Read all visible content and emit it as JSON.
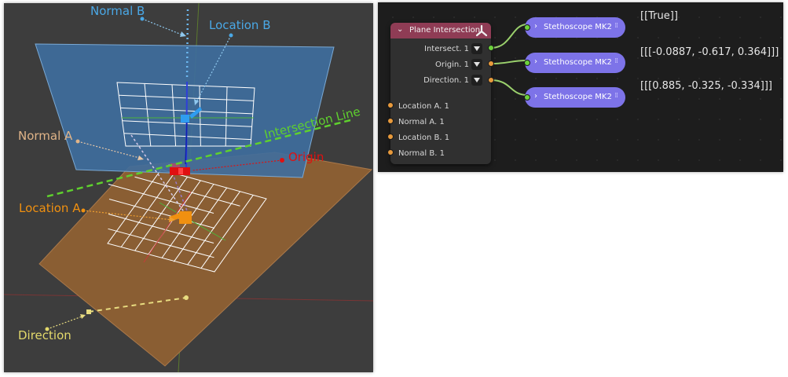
{
  "viewport": {
    "labels": {
      "normal_b": "Normal B",
      "location_b": "Location B",
      "normal_a": "Normal A",
      "intersection_line": "Intersection Line",
      "origin": "Origin",
      "location_a": "Location A",
      "direction": "Direction"
    },
    "colors": {
      "background": "#3d3d3d",
      "plane_b": "#3e6e9e",
      "plane_a": "#8a5e33",
      "label_blue": "#4aa8e6",
      "label_green": "#5fd02e",
      "label_red": "#e01010",
      "label_orange": "#f09010",
      "label_tan": "#e0b488",
      "label_yellow": "#e3d96b"
    }
  },
  "node_editor": {
    "node": {
      "title": "Plane Intersection",
      "outputs": [
        {
          "label": "Intersect. 1"
        },
        {
          "label": "Origin. 1"
        },
        {
          "label": "Direction. 1"
        }
      ],
      "inputs": [
        {
          "label": "Location A. 1"
        },
        {
          "label": "Normal A. 1"
        },
        {
          "label": "Location B. 1"
        },
        {
          "label": "Normal B. 1"
        }
      ],
      "header_color": "#8f3c55"
    },
    "stethoscopes": [
      {
        "title": "Stethoscope MK2",
        "result": "[[True]]"
      },
      {
        "title": "Stethoscope MK2",
        "result": "[[[-0.0887, -0.617, 0.364]]]"
      },
      {
        "title": "Stethoscope MK2",
        "result": "[[[0.885, -0.325, -0.334]]]"
      }
    ],
    "colors": {
      "stethoscope": "#7d73e8",
      "socket_green": "#6cd13c",
      "socket_orange": "#e89a3c",
      "wire": "#9ad06c"
    }
  }
}
